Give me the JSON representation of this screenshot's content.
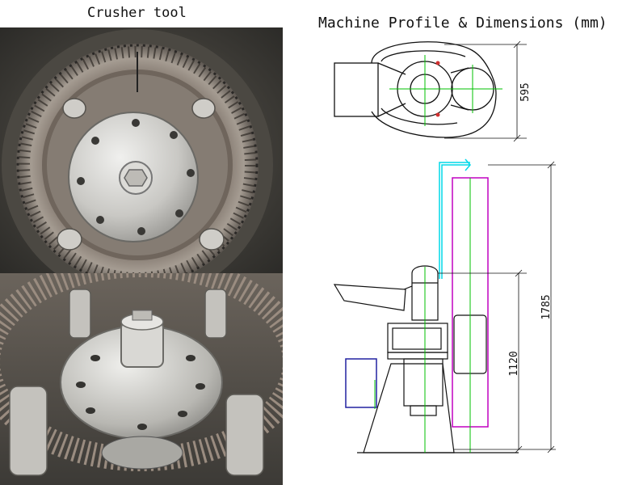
{
  "photos": {
    "caption": "Crusher tool"
  },
  "drawing": {
    "title": "Machine Profile & Dimensions (mm)",
    "dimensions": {
      "top_view_depth": "595",
      "total_height": "1785",
      "body_height": "1120"
    },
    "colors": {
      "outline": "#111111",
      "centerline": "#00c000",
      "duct": "#00d8e8",
      "column": "#c000c0",
      "motor_box": "#2020a0",
      "marker": "#d03030"
    }
  }
}
